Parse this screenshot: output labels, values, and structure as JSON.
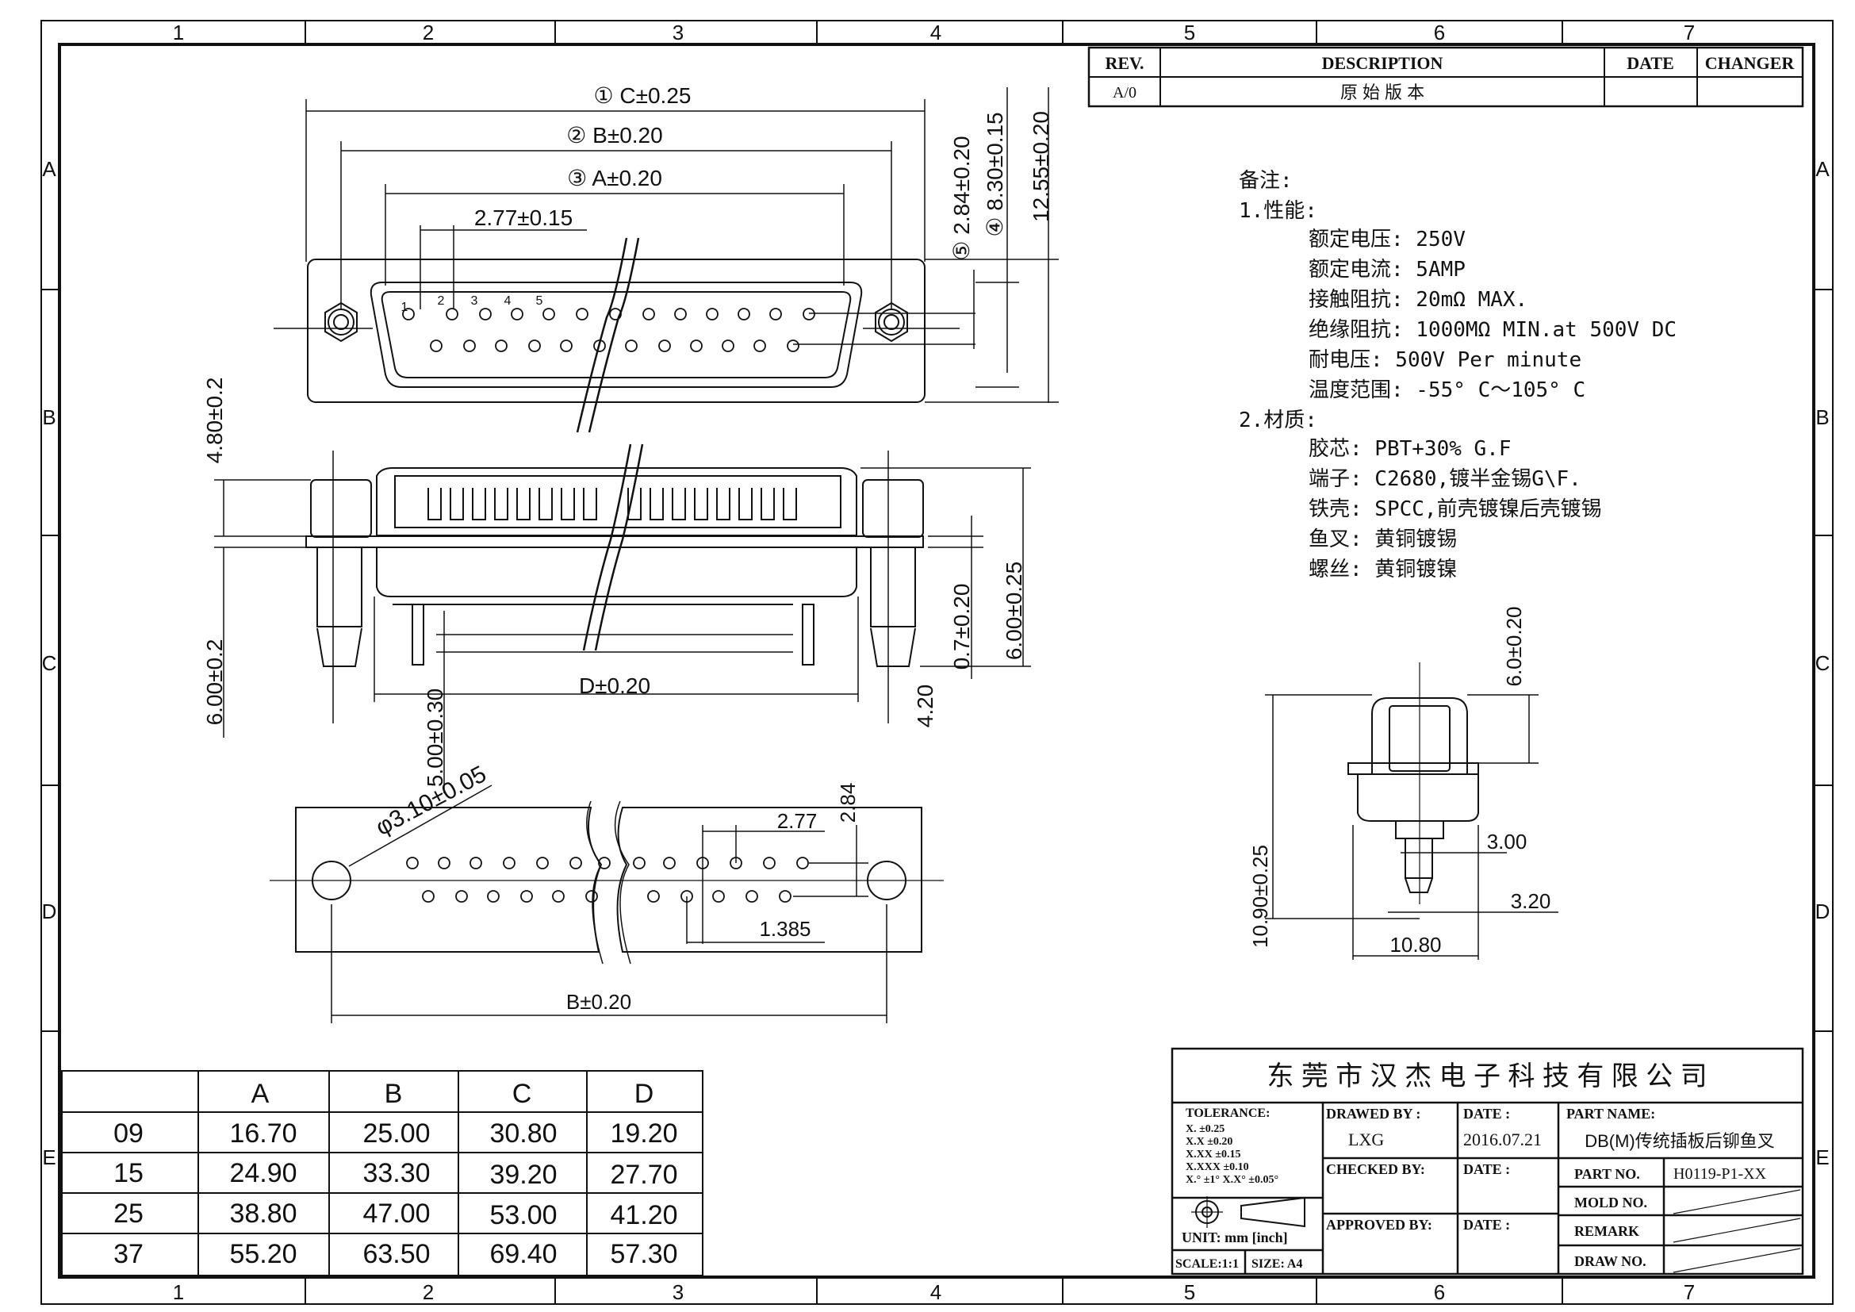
{
  "frame": {
    "cols": [
      "1",
      "2",
      "3",
      "4",
      "5",
      "6",
      "7"
    ],
    "rows": [
      "A",
      "B",
      "C",
      "D",
      "E"
    ]
  },
  "revision": {
    "headers": [
      "REV.",
      "DESCRIPTION",
      "DATE",
      "CHANGER"
    ],
    "row": [
      "A/0",
      "原 始 版 本",
      "",
      ""
    ]
  },
  "notes": {
    "title": "备注:",
    "section1": "1.性能:",
    "perf": [
      "额定电压: 250V",
      "额定电流: 5AMP",
      "接触阻抗: 20mΩ  MAX.",
      "绝缘阻抗: 1000MΩ  MIN.at 500V DC",
      "耐电压: 500V Per minute",
      "温度范围: -55° C～105° C"
    ],
    "section2": "2.材质:",
    "material": [
      "胶芯: PBT+30% G.F",
      "端子: C2680,镀半金锡G\\F.",
      "铁壳: SPCC,前壳镀镍后壳镀锡",
      "鱼叉: 黄铜镀锡",
      "螺丝: 黄铜镀镍"
    ]
  },
  "dims": {
    "c": "① C±0.25",
    "b": "② B±0.20",
    "a": "③ A±0.20",
    "pitch": "2.77±0.15",
    "d5": "⑤ 2.84±0.20",
    "d4": "④ 8.30±0.15",
    "h1255": "12.55±0.20",
    "pins": [
      "1",
      "2",
      "3",
      "4",
      "5"
    ],
    "h480": "4.80±0.2",
    "h600a": "6.00±0.2",
    "d_dim": "D±0.20",
    "h500": "5.00±0.30",
    "h07": "0.7±0.20",
    "h420": "4.20",
    "h600b": "6.00±0.25",
    "phi": "φ3.10±0.05",
    "p277": "2.77",
    "p284": "2.84",
    "p1385": "1.385",
    "b_bottom": "B±0.20",
    "s60": "6.0±0.20",
    "s300": "3.00",
    "s320": "3.20",
    "s1090": "10.90±0.25",
    "s1080": "10.80"
  },
  "size_table": {
    "headers": [
      "",
      "A",
      "B",
      "C",
      "D"
    ],
    "rows": [
      [
        "09",
        "16.70",
        "25.00",
        "30.80",
        "19.20"
      ],
      [
        "15",
        "24.90",
        "33.30",
        "39.20",
        "27.70"
      ],
      [
        "25",
        "38.80",
        "47.00",
        "53.00",
        "41.20"
      ],
      [
        "37",
        "55.20",
        "63.50",
        "69.40",
        "57.30"
      ]
    ]
  },
  "title_block": {
    "company": "东 莞 市 汉 杰 电 子 科 技 有 限 公 司",
    "tolerance_label": "TOLERANCE:",
    "tolerances": [
      "X.     ±0.25",
      "X.X    ±0.20",
      "X.XX   ±0.15",
      "X.XXX  ±0.10",
      "X.° ±1°    X.X° ±0.05°"
    ],
    "unit": "UNIT: mm [inch]",
    "scale": "SCALE:1:1",
    "size": "SIZE: A4",
    "drawed_by_label": "DRAWED BY :",
    "drawed_by": "LXG",
    "date_label": "DATE :",
    "date": "2016.07.21",
    "checked_by_label": "CHECKED BY:",
    "approved_by_label": "APPROVED BY:",
    "part_name_label": "PART NAME:",
    "part_name": "DB(M)传统插板后铆鱼叉",
    "part_no_label": "PART NO.",
    "part_no": "H0119-P1-XX",
    "mold_no_label": "MOLD NO.",
    "remark_label": "REMARK",
    "draw_no_label": "DRAW NO."
  }
}
